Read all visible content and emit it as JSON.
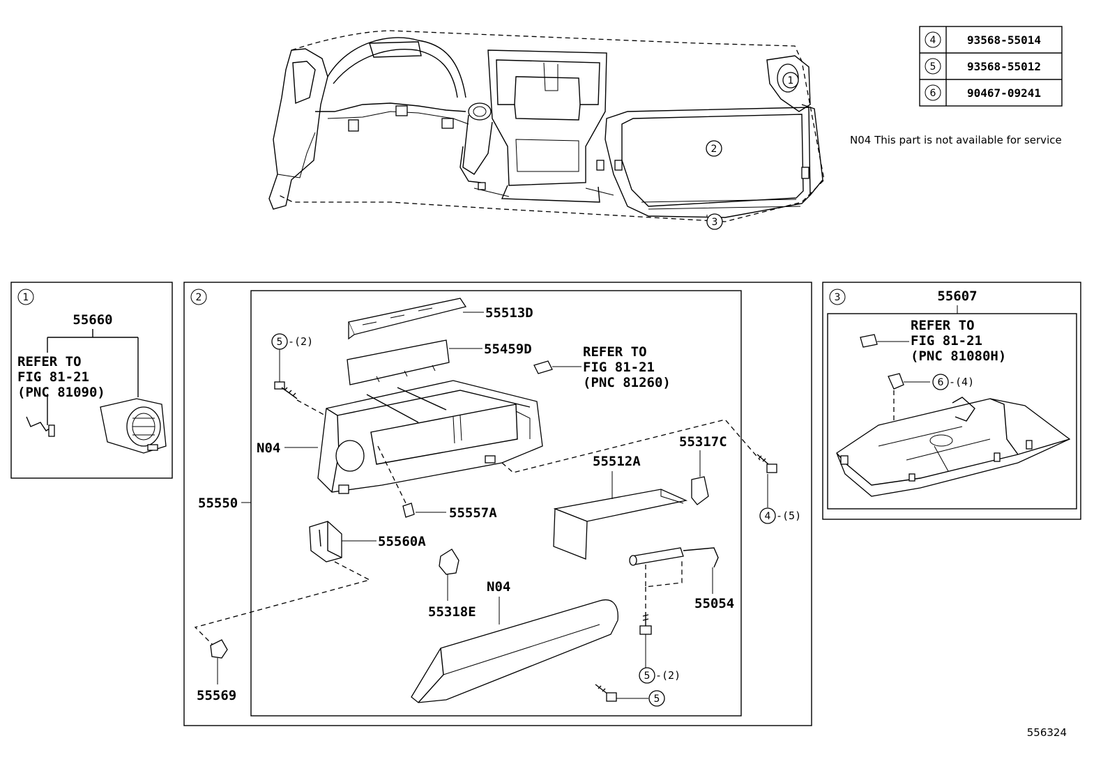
{
  "parts_table": [
    {
      "ref": "4",
      "part_no": "93568-55014"
    },
    {
      "ref": "5",
      "part_no": "93568-55012"
    },
    {
      "ref": "6",
      "part_no": "90467-09241"
    }
  ],
  "note": "N04 This part is not available for service",
  "callouts": {
    "c1": "1",
    "c2": "2",
    "c3": "3",
    "c4": "4",
    "c5": "5",
    "c6": "6"
  },
  "panel1": {
    "part": "55660",
    "refer_l1": "REFER TO",
    "refer_l2": "FIG 81-21",
    "refer_l3": "(PNC 81090)"
  },
  "panel2": {
    "p55513d": "55513D",
    "p55459d": "55459D",
    "refer_l1": "REFER TO",
    "refer_l2": "FIG 81-21",
    "refer_l3": "(PNC 81260)",
    "n04_top": "N04",
    "p55550": "55550",
    "p55557a": "55557A",
    "p55512a": "55512A",
    "p55317c": "55317C",
    "p55560a": "55560A",
    "p55318e": "55318E",
    "n04_bottom": "N04",
    "p55054": "55054",
    "p55569": "55569",
    "qty2": "-(2)",
    "qty5": "-(5)"
  },
  "panel3": {
    "part": "55607",
    "refer_l1": "REFER TO",
    "refer_l2": "FIG 81-21",
    "refer_l3": "(PNC 81080H)",
    "qty4": "-(4)"
  },
  "figure_id": "556324"
}
